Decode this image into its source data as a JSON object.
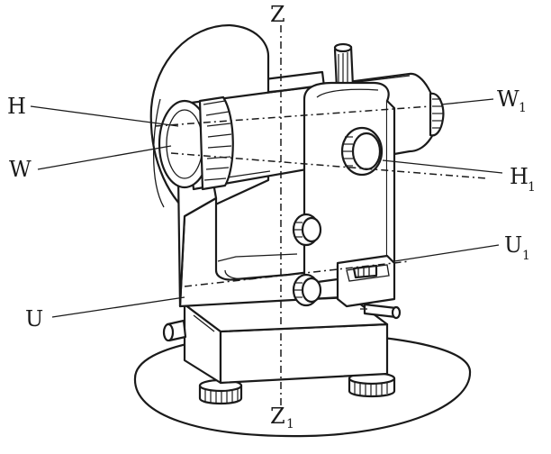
{
  "labels": {
    "Z": "Z",
    "Z1_main": "Z",
    "Z1_sub": "1",
    "H": "H",
    "W": "W",
    "W1_main": "W",
    "W1_sub": "1",
    "H1_main": "H",
    "H1_sub": "1",
    "U": "U",
    "U1_main": "U",
    "U1_sub": "1"
  },
  "colors": {
    "ink": "#1a1a1a",
    "paper": "#ffffff"
  }
}
